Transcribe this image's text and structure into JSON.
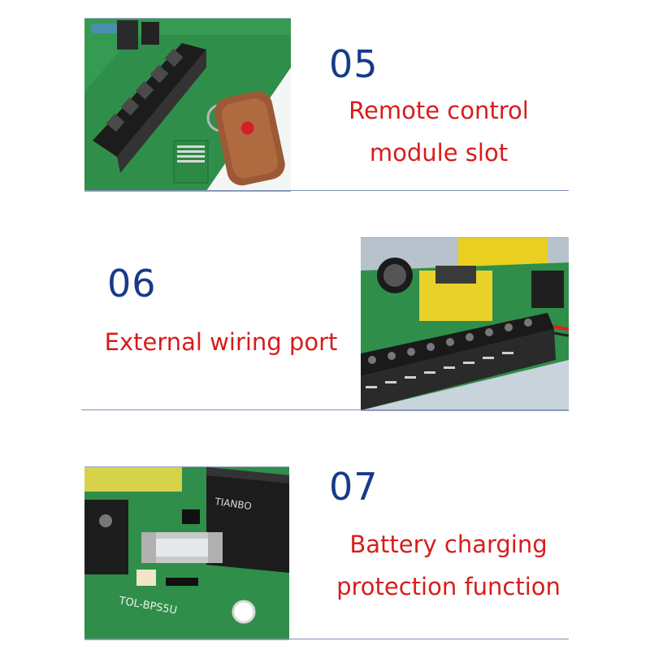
{
  "sections": [
    {
      "number": "05",
      "caption": [
        "Remote control",
        "module slot"
      ]
    },
    {
      "number": "06",
      "caption": [
        "External wiring port"
      ]
    },
    {
      "number": "07",
      "caption": [
        "Battery charging",
        "protection function"
      ]
    }
  ],
  "board_marks": {
    "relay_brand": "TIANBO",
    "board_model": "TOL-BPS5U"
  },
  "colors": {
    "number": "#173a8a",
    "caption": "#d81c1c",
    "pcb": "#2f8f4a",
    "rule": "#7f8fb5"
  }
}
